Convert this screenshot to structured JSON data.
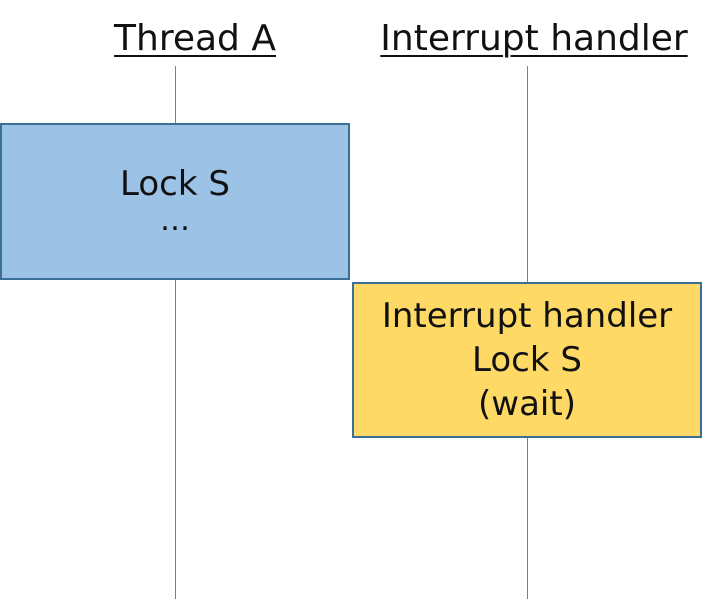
{
  "lanes": {
    "thread_a": {
      "title": "Thread A",
      "block_lines": [
        "Lock S",
        "…"
      ]
    },
    "interrupt_handler": {
      "title": "Interrupt handler",
      "block_lines": [
        "Interrupt handler",
        "Lock S",
        "(wait)"
      ]
    }
  },
  "colors": {
    "thread_a_block": "#9cc3e6",
    "interrupt_block": "#ffd966",
    "border": "#3a6f97",
    "lifeline": "#4f8fb0"
  }
}
